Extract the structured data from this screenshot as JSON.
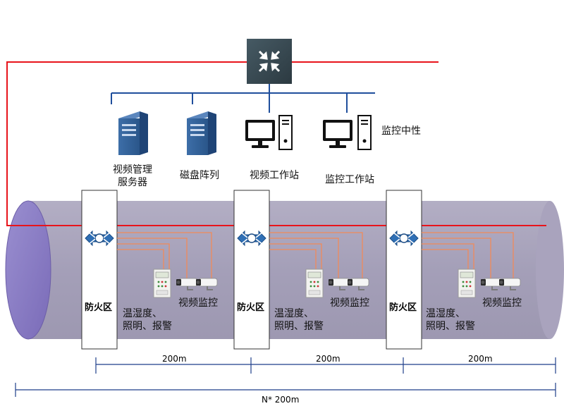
{
  "core_switch": {
    "icon": "core-switch-icon"
  },
  "stations": [
    {
      "label_line1": "视频管理",
      "label_line2": "服务器",
      "icon": "server-icon"
    },
    {
      "label_line1": "磁盘阵列",
      "label_line2": "",
      "icon": "disk-array-icon"
    },
    {
      "label_line1": "视频工作站",
      "label_line2": "",
      "icon": "workstation-icon"
    },
    {
      "label_line1": "监控工作站",
      "label_line2": "",
      "icon": "workstation-icon"
    }
  ],
  "monitoring_center": "监控中性",
  "zones": [
    {
      "fire_label": "防火区",
      "sensor_label_line1": "温湿度、",
      "sensor_label_line2": "照明、报警",
      "video_label": "视频监控"
    },
    {
      "fire_label": "防火区",
      "sensor_label_line1": "温湿度、",
      "sensor_label_line2": "照明、报警",
      "video_label": "视频监控"
    },
    {
      "fire_label": "防火区",
      "sensor_label_line1": "温湿度、",
      "sensor_label_line2": "照明、报警",
      "video_label": "视频监控"
    }
  ],
  "segments": [
    "200m",
    "200m",
    "200m"
  ],
  "total_length": "N* 200m",
  "colors": {
    "ring_line": "#e8141b",
    "lan_line": "#1f4e9c",
    "tunnel_body": "#a7a1ba",
    "tunnel_end": "#8b7bc4",
    "drop_line": "#f08a5a",
    "switch_box": "#37474f",
    "device_blue": "#2f5f9a"
  }
}
